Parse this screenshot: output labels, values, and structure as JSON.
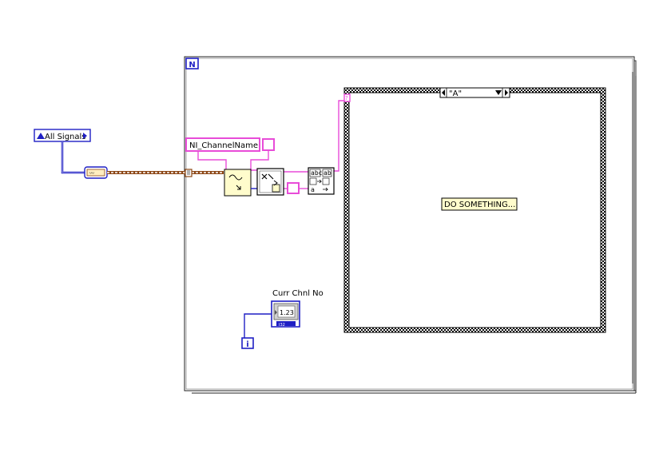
{
  "bundle_label": "All Signals",
  "for_loop": {
    "count_terminal": "N",
    "iteration_terminal": "i"
  },
  "property_name_constant": "NI_ChannelName",
  "case_structure": {
    "selector_value": "\"A\"",
    "comment_text": "DO SOMETHING..."
  },
  "indicator": {
    "label": "Curr Chnl No",
    "value": "1.23"
  },
  "colors": {
    "wire_waveform": "#8b4513",
    "wire_string": "#e84cd8",
    "wire_numeric": "#1f1fc4"
  }
}
